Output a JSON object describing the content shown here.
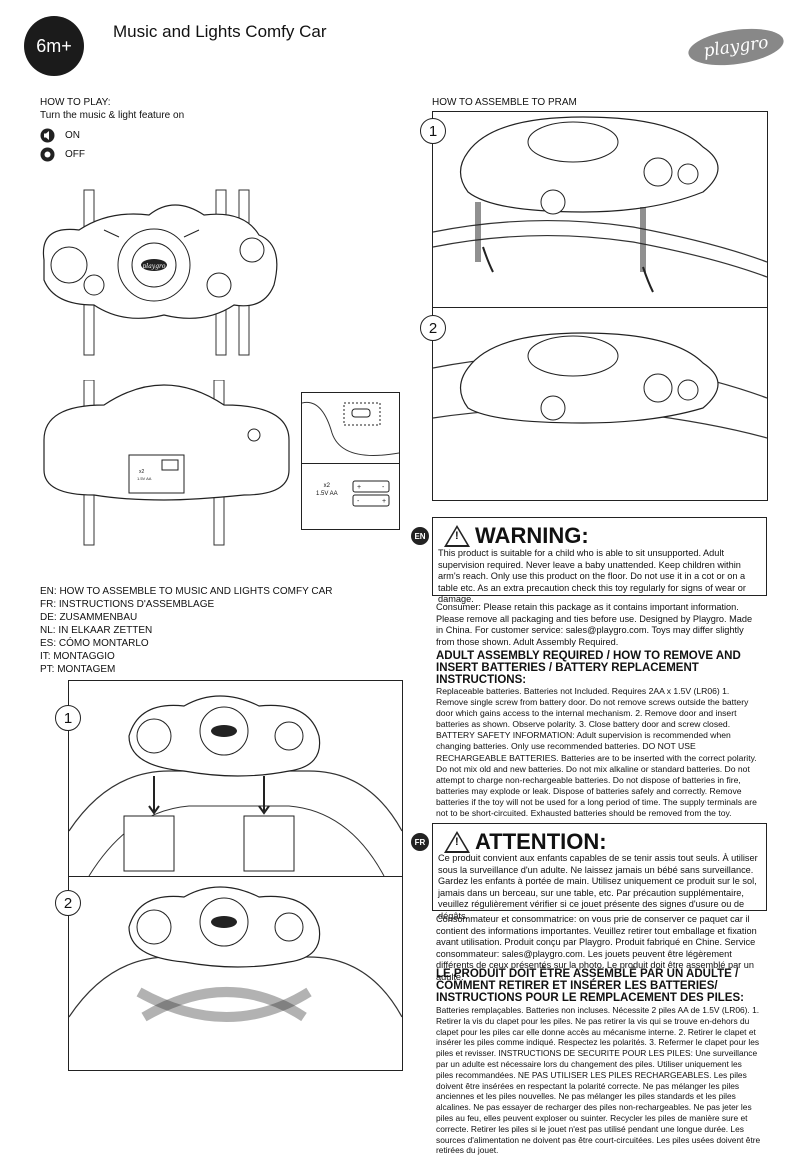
{
  "header": {
    "age": "6m+",
    "title": "Music and Lights Comfy Car",
    "logo": "playgro"
  },
  "how_to_play": {
    "heading": "HOW TO PLAY:",
    "text": "Turn the music & light feature on",
    "on": "ON",
    "off": "OFF"
  },
  "illustrations": {
    "toy_logo": "playgro",
    "battery_count": "x2",
    "battery_type": "1.5V AA"
  },
  "assemble_pram": {
    "heading": "HOW TO ASSEMBLE TO PRAM",
    "step1": "1",
    "step2": "2"
  },
  "assemble_car": {
    "lines": [
      "EN: HOW TO ASSEMBLE TO MUSIC AND LIGHTS COMFY CAR",
      "FR: INSTRUCTIONS D'ASSEMBLAGE",
      "DE: ZUSAMMENBAU",
      "NL: IN ELKAAR ZETTEN",
      "ES: CÓMO MONTARLO",
      "IT: MONTAGGIO",
      "PT: MONTAGEM"
    ],
    "step1": "1",
    "step2": "2"
  },
  "en": {
    "lang": "EN",
    "warning_title": "WARNING:",
    "warning_text": "This product is suitable for a child who is able to sit unsupported. Adult supervision required. Never leave a baby unattended. Keep children within arm's reach. Only use this product on the floor. Do not use it in a cot or on a table etc. As an extra precaution check this toy regularly for signs of wear or damage.",
    "consumer": "Consumer: Please retain this package as it contains important information. Please remove all packaging and ties before use. Designed by Playgro. Made in China. For customer service: sales@playgro.com. Toys may differ slightly from those shown. Adult Assembly Required.",
    "battery_heading": "ADULT ASSEMBLY REQUIRED / HOW TO REMOVE AND INSERT BATTERIES / BATTERY REPLACEMENT INSTRUCTIONS:",
    "battery_text": "Replaceable batteries. Batteries not Included. Requires 2AA x 1.5V (LR06) 1. Remove single screw from battery door. Do not remove screws outside the battery door which gains access to the internal mechanism. 2. Remove door and insert batteries as shown. Observe polarity. 3. Close battery door and screw closed. BATTERY SAFETY INFORMATION: Adult supervision is recommended when changing batteries. Only use recommended batteries. DO NOT USE RECHARGEABLE BATTERIES. Batteries are to be inserted with the correct polarity. Do not mix old and new batteries. Do not mix alkaline or standard batteries. Do not attempt to charge non-rechargeable batteries. Do not dispose of batteries in fire, batteries may explode or leak. Dispose of batteries safely and correctly. Remove batteries if the toy will not be used for a long period of time. The supply terminals are not to be short-circuited. Exhausted batteries should be removed from the toy."
  },
  "fr": {
    "lang": "FR",
    "warning_title": "ATTENTION:",
    "warning_text": "Ce produit convient aux enfants capables de se tenir assis tout seuls. À utiliser sous la surveillance d'un adulte. Ne laissez jamais un bébé sans surveillance. Gardez les enfants à portée de main. Utilisez uniquement ce produit sur le sol, jamais dans un berceau, sur une table, etc. Par précaution supplémentaire, veuillez régulièrement vérifier si ce jouet présente des signes d'usure ou de dégâts.",
    "consumer": "Consommateur et consommatrice: on vous prie de conserver ce paquet car il contient des informations importantes. Veuillez retirer tout emballage et fixation avant utilisation. Produit conçu par Playgro. Produit fabriqué en Chine. Service consommateur: sales@playgro.com. Les jouets peuvent être légèrement différents de ceux présentés sur la photo. Le produit doit être assemblé par un adulte.",
    "battery_heading": "LE PRODUIT DOIT ÊTRE ASSEMBLÉ PAR UN ADULTE / COMMENT RETIRER ET INSÉRER LES BATTERIES/ INSTRUCTIONS POUR LE REMPLACEMENT DES PILES:",
    "battery_text": "Batteries remplaçables. Batteries non incluses. Nécessite 2 piles AA de 1.5V (LR06). 1. Retirer la vis du clapet pour les piles. Ne pas retirer la vis qui se trouve en-dehors du clapet pour les piles car elle donne accès au mécanisme interne. 2. Retirer le clapet et insérer les piles comme indiqué. Respectez les polarités. 3. Refermer le clapet pour les piles et revisser. INSTRUCTIONS DE SECURITE POUR LES PILES: Une surveillance par un adulte est nécessaire lors du changement des piles. Utiliser uniquement les piles recommandées. NE PAS UTILISER LES PILES RECHARGEABLES. Les piles doivent être insérées en respectant la polarité correcte. Ne pas mélanger les piles anciennes et les piles nouvelles. Ne pas mélanger les piles standards et les piles alcalines. Ne pas essayer de recharger des piles non-rechargeables. Ne pas jeter les piles au feu, elles peuvent exploser ou suinter. Recycler les piles de manière sure et correcte. Retirer les piles si le jouet n'est pas utilisé pendant une longue durée. Les sources d'alimentation ne doivent pas être court-circuitées. Les piles usées doivent être retirées du jouet."
  }
}
